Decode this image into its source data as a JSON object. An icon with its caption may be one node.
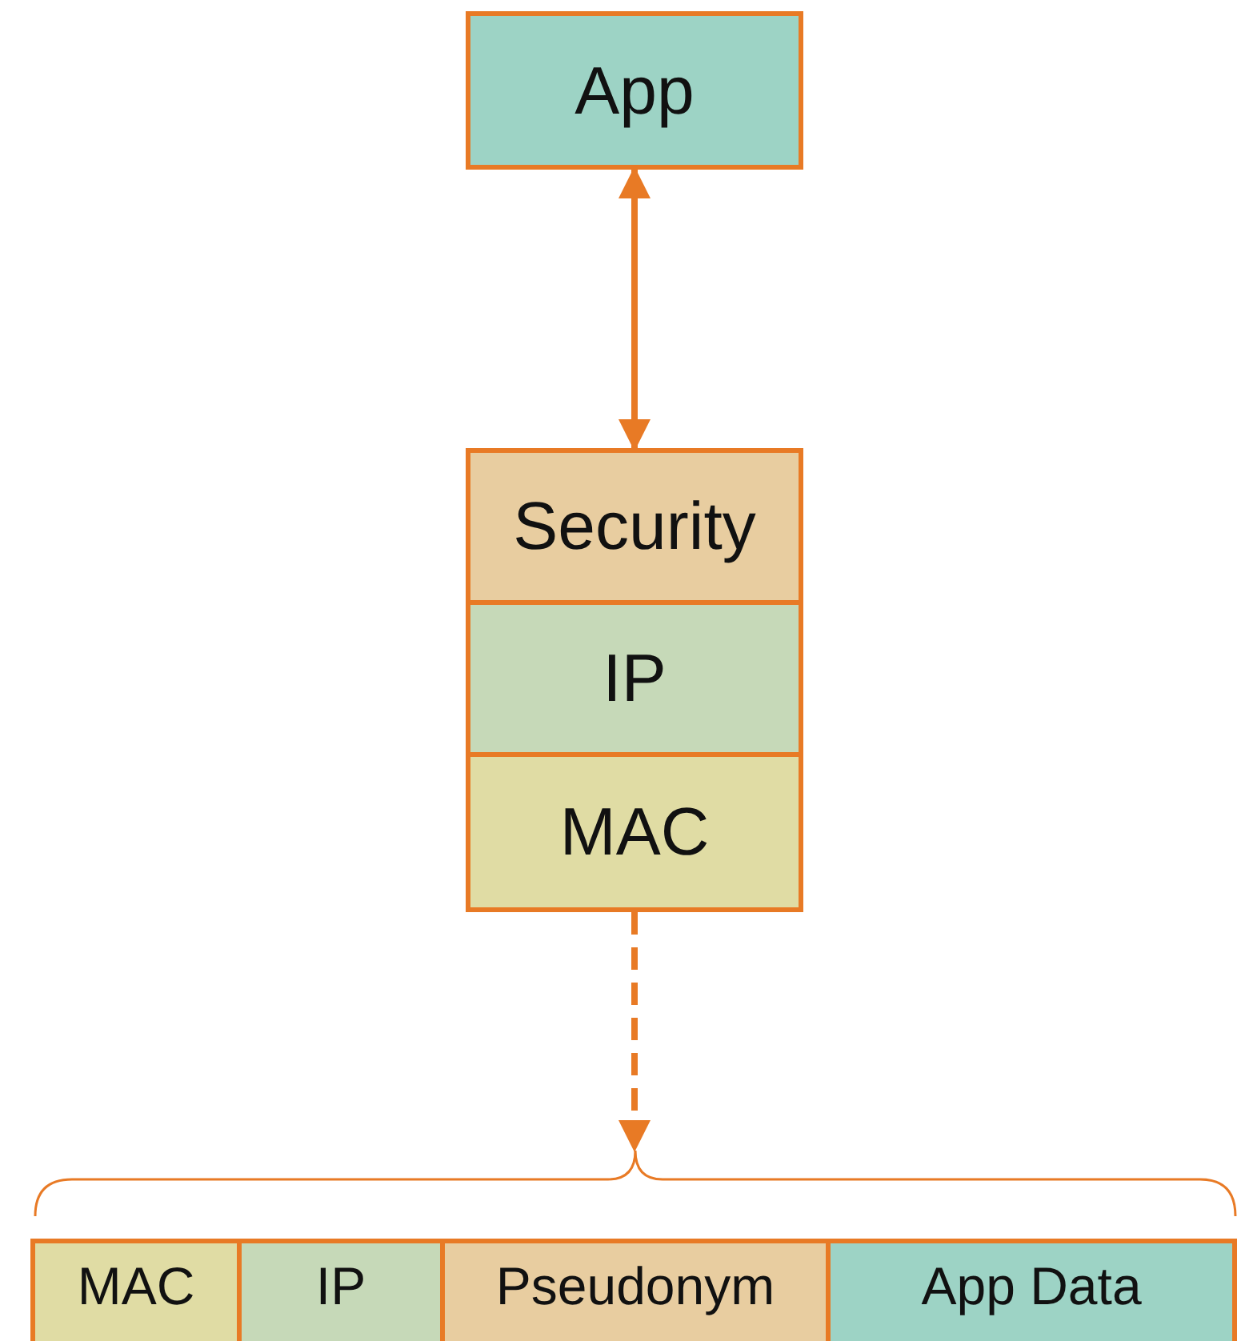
{
  "diagram": {
    "nodes": [
      {
        "text": [
          "App"
        ]
      },
      {
        "text": [
          "Security"
        ]
      },
      {
        "text": [
          "IP"
        ]
      },
      {
        "text": [
          "MAC"
        ]
      },
      {
        "text": [],
        "shape": "bracket"
      },
      {
        "text": [
          "MAC"
        ]
      },
      {
        "text": [
          "IP"
        ]
      },
      {
        "text": [
          "Pseudonym"
        ]
      },
      {
        "text": [
          "App Data"
        ]
      }
    ],
    "edges": [
      {
        "from": 0,
        "to": 1,
        "arrow": "both"
      },
      {
        "from": 3,
        "to": 4,
        "arrow": "to",
        "style": "dashed"
      }
    ]
  }
}
